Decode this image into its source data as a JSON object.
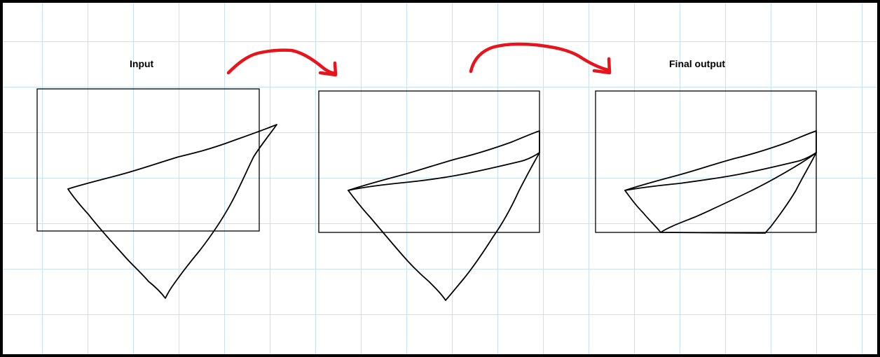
{
  "diagram": {
    "labels": {
      "input": "Input",
      "final_output": "Final output"
    },
    "panels": [
      {
        "name": "input-panel",
        "stage": 1
      },
      {
        "name": "intermediate-panel",
        "stage": 2
      },
      {
        "name": "final-output-panel",
        "stage": 3
      }
    ],
    "colors": {
      "grid": "#c9e2f3",
      "arrow": "#e8141c",
      "ink": "#000000",
      "background": "#ffffff"
    }
  }
}
